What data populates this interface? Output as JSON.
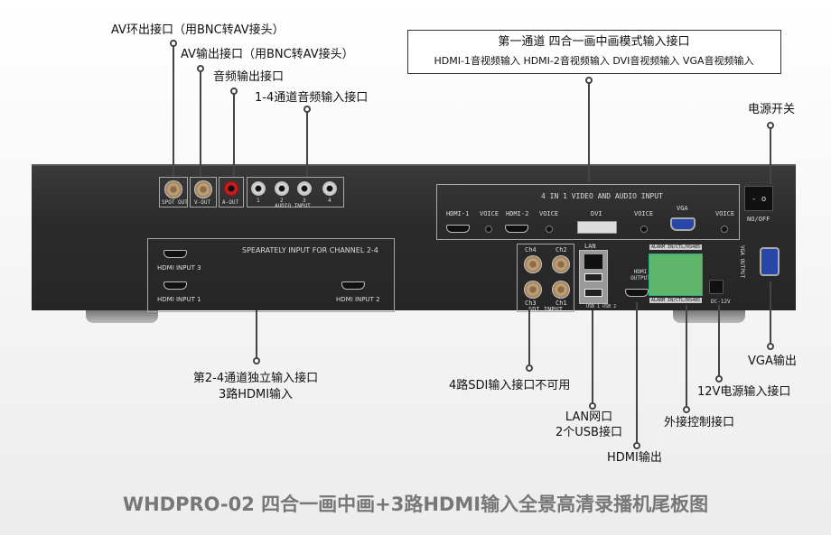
{
  "callouts": {
    "av_loop_out": "AV环出接口（用BNC转AV接头）",
    "av_out": "AV输出接口（用BNC转AV接头）",
    "audio_out": "音频输出接口",
    "audio_in_1_4": "1-4通道音频输入接口",
    "channel1_box": {
      "title": "第一通道 四合一画中画模式输入接口",
      "subtitle": "HDMI-1音视频输入  HDMI-2音视频输入  DVI音视频输入  VGA音视频输入"
    },
    "power_switch": "电源开关",
    "ch24_line1": "第2-4通道独立输入接口",
    "ch24_line2": "3路HDMI输入",
    "sdi": "4路SDI输入接口不可用",
    "lan_line1": "LAN网口",
    "lan_line2": "2个USB接口",
    "hdmi_out": "HDMI输出",
    "control": "外接控制接口",
    "power_in": "12V电源输入接口",
    "vga_out": "VGA输出"
  },
  "panel": {
    "spot_out": "SPOT OUT",
    "v_out": "V-OUT",
    "a_out": "A-OUT",
    "audio_nums": [
      "1",
      "2",
      "3",
      "4"
    ],
    "audio_input": "AUDIO INPUT",
    "separate": "SPEARATELY INPUT FOR CHANNEL 2-4",
    "hdmi3": "HDMI INPUT 3",
    "hdmi1": "HDMI INPUT 1",
    "hdmi2": "HDMI INPUT 2",
    "fourin1": "4 IN 1 VIDEO AND AUDIO INPUT",
    "hdmi_1": "HDMI-1",
    "voice": "VOICE",
    "hdmi_2": "HDMI-2",
    "dvi": "DVI",
    "vga": "VGA",
    "onoff": "NO/OFF",
    "sdi_ch": [
      "Ch4",
      "Ch2",
      "Ch3",
      "Ch1"
    ],
    "sdi_input": "SDI INPUT",
    "lan": "LAN",
    "usb": "USB 1 USB 2",
    "hdmi_output": "HDMI OUTPUT",
    "alarm_top": "ALARM IN/CTL/RS485",
    "alarm_bottom": "ALARM IN/CTL/RS485",
    "dc": "DC-12V",
    "vga_output": "VGA OUTPUT"
  },
  "title": "WHDPRO-02  四合一画中画+3路HDMI输入全景高清录播机尾板图"
}
